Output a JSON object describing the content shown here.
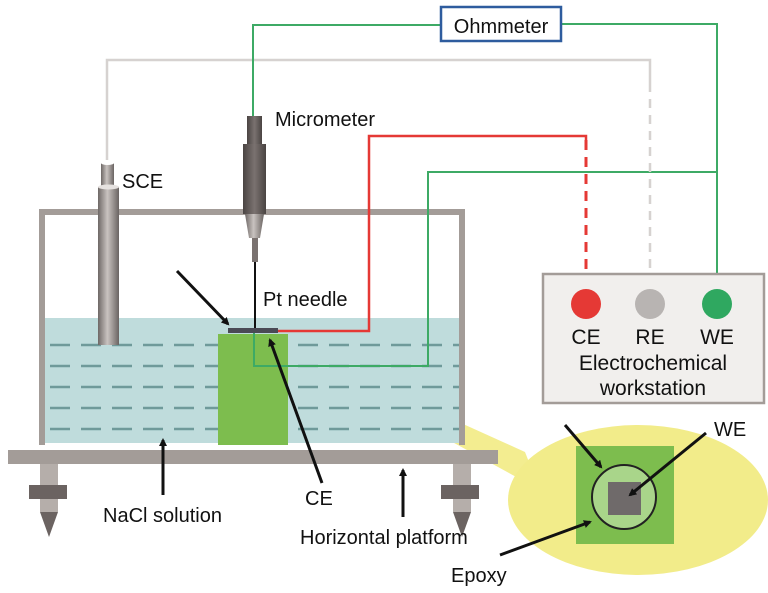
{
  "diagram": {
    "instrument_labels": {
      "ohmmeter": "Ohmmeter",
      "micrometer": "Micrometer",
      "sce": "SCE",
      "pt_needle": "Pt needle",
      "nacl_solution": "NaCl solution",
      "ce": "CE",
      "horizontal_platform": "Horizontal platform",
      "epoxy": "Epoxy",
      "we_inset": "WE"
    },
    "workstation": {
      "title_line1": "Electrochemical",
      "title_line2": "workstation",
      "terminals": [
        {
          "label": "CE",
          "color": "#e53935"
        },
        {
          "label": "RE",
          "color": "#b8b4b2"
        },
        {
          "label": "WE",
          "color": "#2fa860"
        }
      ]
    },
    "colors": {
      "wire_green": "#3daa65",
      "wire_red": "#e53935",
      "wire_gray": "#d6d2d0",
      "ohmmeter_border": "#2e5c9e",
      "tank_frame": "#a39c98",
      "solution": "#bfdcdc",
      "solution_dash": "#6f9a9a",
      "sample_green": "#7dbd4e",
      "inset_yellow": "#f2ec8a",
      "electrode_dark": "#5c5654",
      "we_square": "#6f6a6a",
      "epoxy_circle": "#a9d58a"
    }
  }
}
